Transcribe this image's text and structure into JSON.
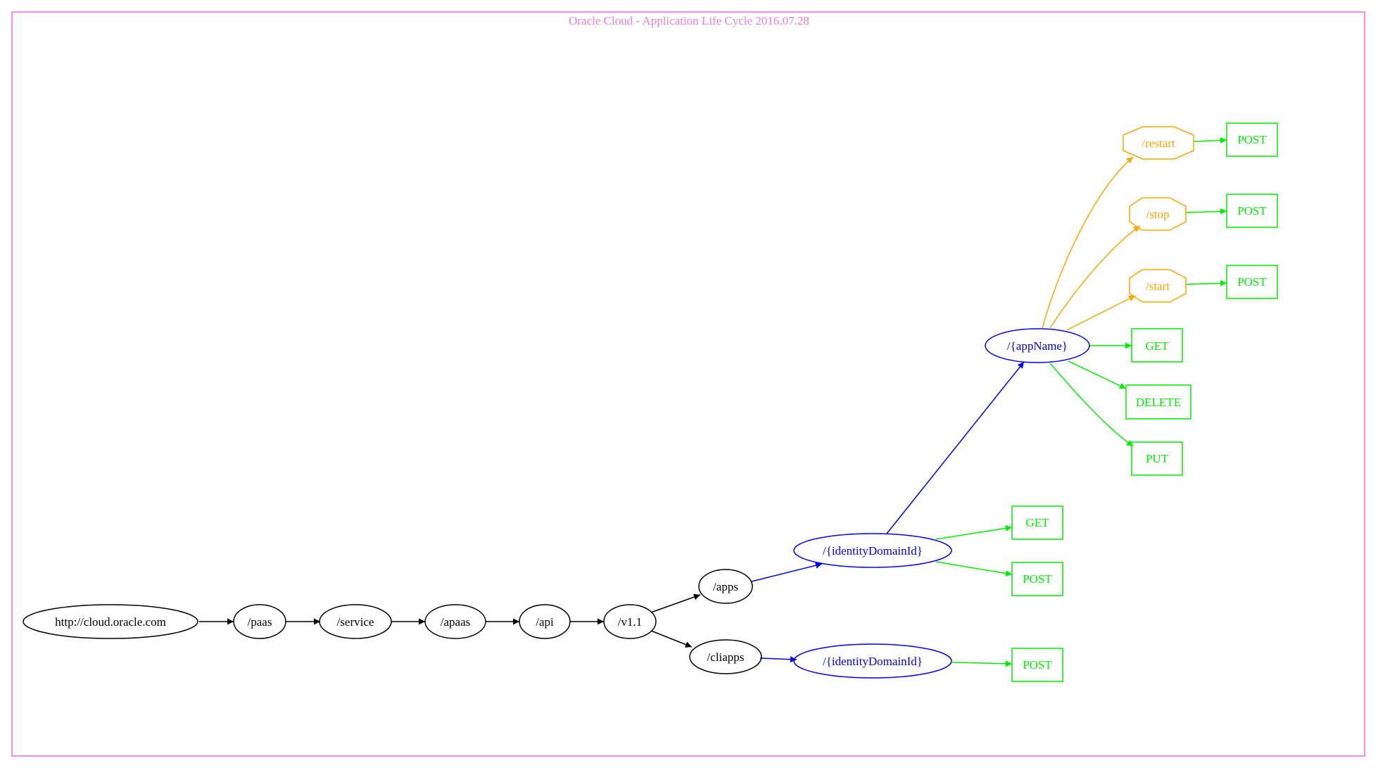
{
  "title": "Oracle Cloud - Application Life Cycle 2016.07.28",
  "colors": {
    "frame": "#ff88ee",
    "title": "#e87de0",
    "path": "#000000",
    "param": "#0000ff",
    "action": "#ffa500",
    "method": "#00ee00"
  },
  "nodes": {
    "root": "http://cloud.oracle.com",
    "paas": "/paas",
    "service": "/service",
    "apaas": "/apaas",
    "api": "/api",
    "v11": "/v1.1",
    "apps": "/apps",
    "cliapps": "/cliapps",
    "idd_apps": "/{identityDomainId}",
    "idd_cli": "/{identityDomainId}",
    "appname": "/{appName}",
    "restart": "/restart",
    "stop": "/stop",
    "start": "/start",
    "post_restart": "POST",
    "post_stop": "POST",
    "post_start": "POST",
    "get_app": "GET",
    "delete_app": "DELETE",
    "put_app": "PUT",
    "get_idd": "GET",
    "post_idd": "POST",
    "post_cli": "POST"
  }
}
